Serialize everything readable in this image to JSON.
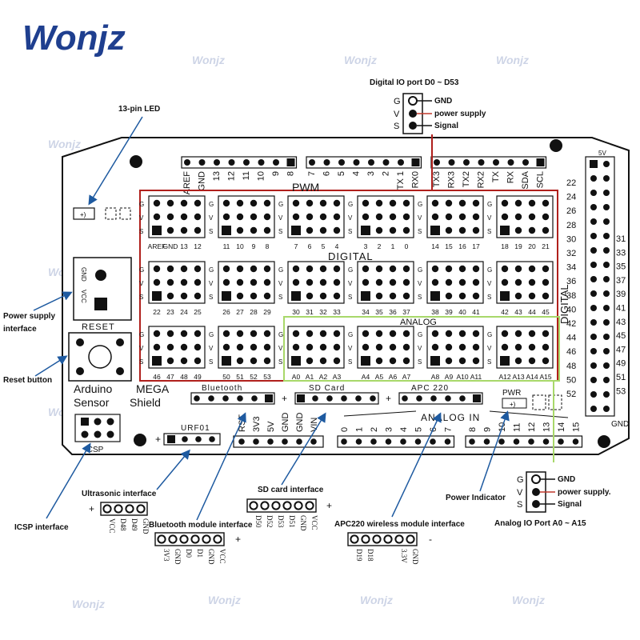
{
  "brand": {
    "logo_text": "Wonjz",
    "watermark": "Wonjz",
    "color_primary": "#1f3f8f",
    "color_accent": "#e8911c"
  },
  "colors": {
    "red_frame": "#b0201c",
    "green_frame": "#a8d86a",
    "arrow": "#1e5aa0",
    "gnd_wire": "#111111",
    "v_wire": "#c0392b"
  },
  "callouts": {
    "led": "13-pin LED",
    "power_supply_line1": "Power supply",
    "power_supply_line2": "interface",
    "reset": "Reset button",
    "icsp": "ICSP interface",
    "ultrasonic": "Ultrasonic interface",
    "bluetooth": "Bluetooth module interface",
    "sdcard": "SD card interface",
    "apc220": "APC220 wireless module interface",
    "power_indicator": "Power Indicator",
    "digital_port": "Digital IO port D0 ~ D53",
    "analog_port": "Analog IO Port A0 ~ A15"
  },
  "digital_port_legend": {
    "g": "G",
    "v": "V",
    "s": "S",
    "gnd": "GND",
    "power": "power supply",
    "signal": "Signal"
  },
  "analog_port_legend": {
    "g": "G",
    "v": "V",
    "s": "S",
    "gnd": "GND",
    "power": "power supply.",
    "signal": "Signal"
  },
  "board": {
    "pwm": "PWM",
    "digital": "DIGITAL",
    "digital_vertical": "DIGITAL",
    "analog": "ANALOG",
    "analog_in": "ANALOG IN",
    "arduino": "Arduino",
    "sensor": "Sensor",
    "mega": "MEGA",
    "shield": "Shield",
    "reset": "RESET",
    "gnd": "GND",
    "vcc": "VCC",
    "icsp": "ICSP",
    "pwr": "PWR",
    "bluetooth": "Bluetooth",
    "sdcard": "SD Card",
    "apc220": "APC 220",
    "urf01": "URF01",
    "header_left": [
      "AREF",
      "GND",
      "13",
      "12",
      "11",
      "10",
      "9",
      "8"
    ],
    "header_mid": [
      "7",
      "6",
      "5",
      "4",
      "3",
      "2",
      "TX 1",
      "RX0"
    ],
    "header_right": [
      "TX3",
      "RX3",
      "TX2",
      "RX2",
      "TX",
      "RX",
      "SDA",
      "SCL"
    ],
    "power_header": [
      "RST",
      "3V3",
      "5V",
      "GND",
      "GND",
      "VIN"
    ],
    "analog_header_1": [
      "0",
      "1",
      "2",
      "3",
      "4",
      "5",
      "6",
      "7"
    ],
    "analog_header_2": [
      "8",
      "9",
      "10",
      "11",
      "12",
      "13",
      "14",
      "15"
    ],
    "right_col_left": [
      "22",
      "24",
      "26",
      "28",
      "30",
      "32",
      "34",
      "36",
      "38",
      "40",
      "42",
      "44",
      "46",
      "48",
      "50",
      "52"
    ],
    "right_col_right": [
      "31",
      "33",
      "35",
      "37",
      "39",
      "41",
      "43",
      "45",
      "47",
      "49",
      "51",
      "53"
    ],
    "right_col_gnd": "GND",
    "right_col_5v": "5V",
    "blocks": [
      [
        "AREF",
        "GND",
        "13",
        "12"
      ],
      [
        "11",
        "10",
        "9",
        "8"
      ],
      [
        "7",
        "6",
        "5",
        "4"
      ],
      [
        "3",
        "2",
        "1",
        "0"
      ],
      [
        "14",
        "15",
        "16",
        "17"
      ],
      [
        "18",
        "19",
        "20",
        "21"
      ],
      [
        "22",
        "23",
        "24",
        "25"
      ],
      [
        "26",
        "27",
        "28",
        "29"
      ],
      [
        "30",
        "31",
        "32",
        "33"
      ],
      [
        "34",
        "35",
        "36",
        "37"
      ],
      [
        "38",
        "39",
        "40",
        "41"
      ],
      [
        "42",
        "43",
        "44",
        "45"
      ],
      [
        "46",
        "47",
        "48",
        "49"
      ],
      [
        "50",
        "51",
        "52",
        "53"
      ],
      [
        "A0",
        "A1",
        "A2",
        "A3"
      ],
      [
        "A4",
        "A5",
        "A6",
        "A7"
      ],
      [
        "A8",
        "A9",
        "A10",
        "A11"
      ],
      [
        "A12",
        "A13",
        "A14",
        "A15"
      ]
    ],
    "gvs": [
      "G",
      "V",
      "S"
    ]
  },
  "modules": {
    "ultrasonic_pins": [
      "VCC",
      "D48",
      "D49",
      "GND"
    ],
    "bluetooth_pins": [
      "3V3",
      "GND",
      "D0",
      "D1",
      "GND",
      "VCC"
    ],
    "sdcard_pins": [
      "D50",
      "D52",
      "D53",
      "D51",
      "GND",
      "VCC"
    ],
    "apc220_pins": [
      "D19",
      "D18",
      "",
      "",
      "3.3V",
      "GND"
    ],
    "plus": "+",
    "minus": "-"
  }
}
